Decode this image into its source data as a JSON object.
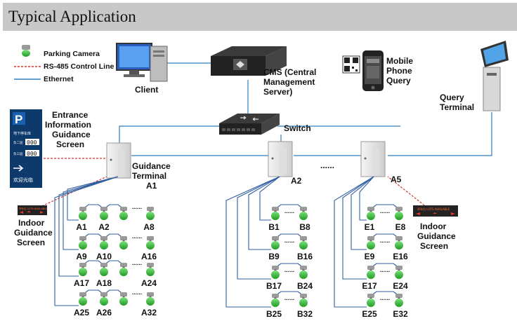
{
  "title": "Typical Application",
  "legend": {
    "camera": "Parking Camera",
    "rs485": "RS-485 Control Line",
    "ethernet": "Ethernet"
  },
  "colors": {
    "ethernet_line": "#2f7fc1",
    "rs485_line": "#d8332b",
    "cable_line": "#2f5fa0",
    "camera_green": "#38c53a",
    "header_bg": "#c8c8c8"
  },
  "nodes": {
    "client": "Client",
    "cms": [
      "CMS (Central",
      "Management",
      "Server)"
    ],
    "mobile": [
      "Mobile",
      "Phone",
      "Query"
    ],
    "query_terminal": [
      "Query",
      "Terminal"
    ],
    "switch": "Switch",
    "entrance": [
      "Entrance",
      "Information",
      "Guidance",
      "Screen"
    ],
    "terminal_a1": [
      "Guidance",
      "Terminal",
      "A1"
    ],
    "terminal_a2": "A2",
    "terminal_a5": "A5",
    "ellipsis": "......",
    "indoor_left": [
      "Indoor",
      "Guidance",
      "Screen"
    ],
    "indoor_right": [
      "Indoor",
      "Guidance",
      "Screen"
    ]
  },
  "entrance_screen": {
    "p_icon": "P",
    "row1": "地下停车库",
    "row2_label": "负二层",
    "row2_value": "000",
    "row3_label": "负三层",
    "row3_value": "000",
    "welcome": "欢迎光临"
  },
  "indoor_screen_text": "停车位  LOTS AVAILABLE",
  "camera_dots": "......",
  "camera_rows": {
    "A": [
      [
        "A1",
        "A2",
        "A8"
      ],
      [
        "A9",
        "A10",
        "A16"
      ],
      [
        "A17",
        "A18",
        "A24"
      ],
      [
        "A25",
        "A26",
        "A32"
      ]
    ],
    "B": [
      [
        "B1",
        "B8"
      ],
      [
        "B9",
        "B16"
      ],
      [
        "B17",
        "B24"
      ],
      [
        "B25",
        "B32"
      ]
    ],
    "E": [
      [
        "E1",
        "E8"
      ],
      [
        "E9",
        "E16"
      ],
      [
        "E17",
        "E24"
      ],
      [
        "E25",
        "E32"
      ]
    ]
  }
}
